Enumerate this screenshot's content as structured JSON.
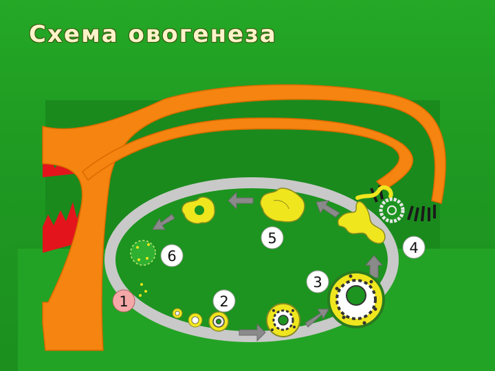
{
  "title": "Схема овогенеза",
  "stages": [
    {
      "label": "1"
    },
    {
      "label": "2"
    },
    {
      "label": "3"
    },
    {
      "label": "4"
    },
    {
      "label": "5"
    },
    {
      "label": "6"
    }
  ],
  "colors": {
    "background": "#1f9a22",
    "oviduct": "#f58410",
    "ovary_outline": "#c9c9c9",
    "follicle": "#f0e61e",
    "label_circle": "#ffffff",
    "stage1_circle": "#f4a8a8",
    "arrow": "#8a8a8a"
  }
}
